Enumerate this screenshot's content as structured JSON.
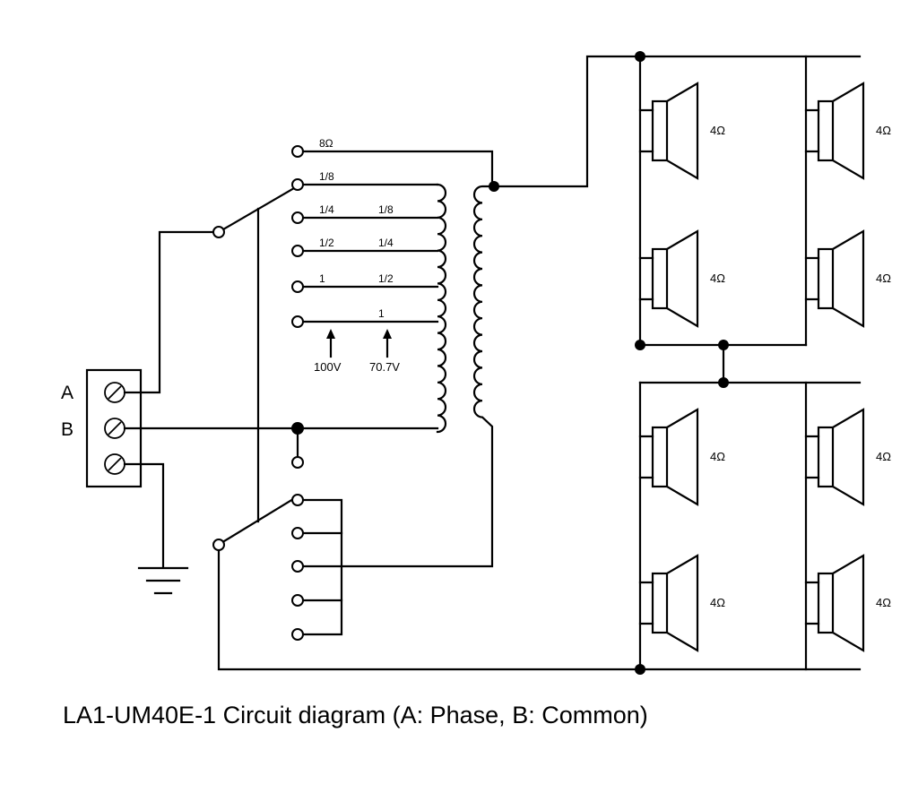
{
  "caption": "LA1-UM40E-1 Circuit diagram (A: Phase, B: Common)",
  "terminals": {
    "a": "A",
    "b": "B"
  },
  "taps": {
    "imp_8ohm": "8Ω",
    "col100": [
      "1/8",
      "1/4",
      "1/2",
      "1"
    ],
    "col70": [
      "1/8",
      "1/4",
      "1/2",
      "1"
    ]
  },
  "voltage_labels": {
    "v100": "100V",
    "v70": "70.7V"
  },
  "speaker_impedance": "4Ω",
  "speaker_count": 8
}
